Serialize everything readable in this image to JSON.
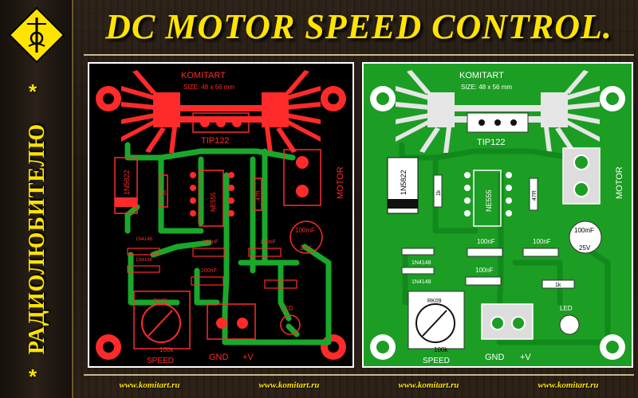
{
  "title": "DC MOTOR SPEED CONTROL.",
  "sidebar": {
    "brand_vertical": "РАДИОЛЮБИТЕЛЮ",
    "star": "*"
  },
  "boards": {
    "company": "KOMITART",
    "size": "SIZE: 48 x 56 mm",
    "transistor": "TIP122",
    "ic": "NE555",
    "diode_big": "1N5822",
    "diode_small": "1N4148",
    "cap_small": "100nF",
    "cap_elec_value": "100mF",
    "cap_elec_voltage": "25V",
    "res_1k": "1k",
    "res_47r": "47R",
    "pot_value": "100k",
    "pot_code": "RK09",
    "motor": "MOTOR",
    "led": "LED",
    "gnd": "GND",
    "vplus": "+V",
    "speed": "SPEED"
  },
  "footer": {
    "links": [
      "www.komitart.ru",
      "www.komitart.ru",
      "www.komitart.ru",
      "www.komitart.ru"
    ]
  },
  "colors": {
    "accent": "#ffe400",
    "trace_red": "#ff2a2a",
    "board_green": "#1c9d24",
    "trace_green": "#0f7d18"
  }
}
